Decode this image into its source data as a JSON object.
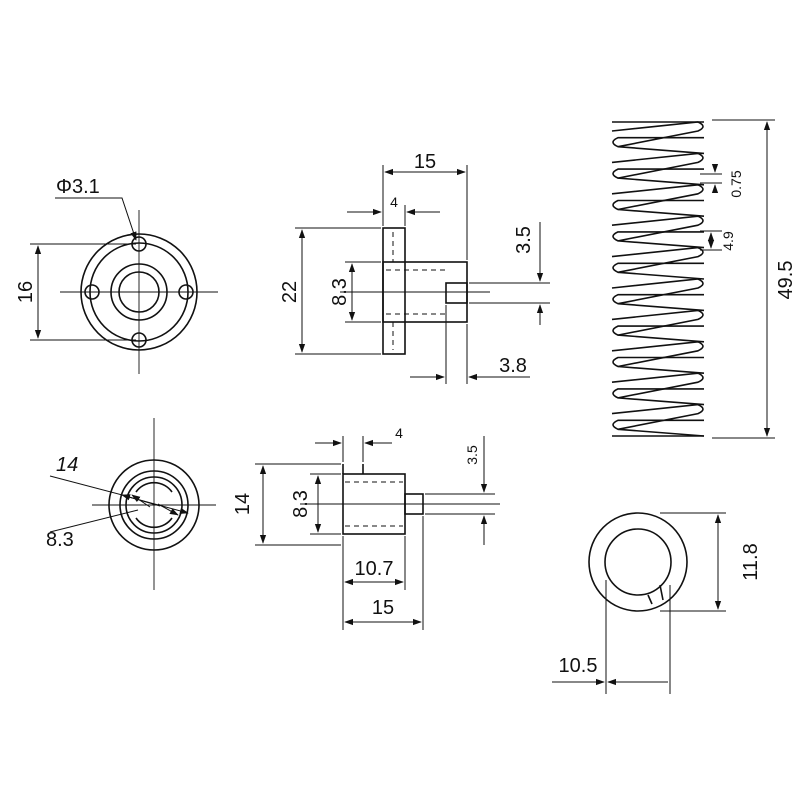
{
  "colors": {
    "line": "#111111",
    "background": "#ffffff"
  },
  "dimensions": {
    "flange_hole_dia": "Φ3.1",
    "flange_bolt_span": "16",
    "flange_width": "15",
    "flange_thickness": "4",
    "flange_height": "22",
    "flange_bore": "8.3",
    "flange_slot": "3.5",
    "flange_step": "3.8",
    "nut_outer_dia": "14",
    "nut_bore_dia": "8.3",
    "nut_thickness": "4",
    "nut_slot": "3.5",
    "nut_height": "14",
    "nut_bore": "8.3",
    "nut_body_len": "10.7",
    "nut_total_len": "15",
    "spring_wire": "0.75",
    "spring_pitch": "4.9",
    "spring_length": "49.5",
    "spring_outer_dia": "11.8",
    "spring_inner_dia": "10.5"
  }
}
